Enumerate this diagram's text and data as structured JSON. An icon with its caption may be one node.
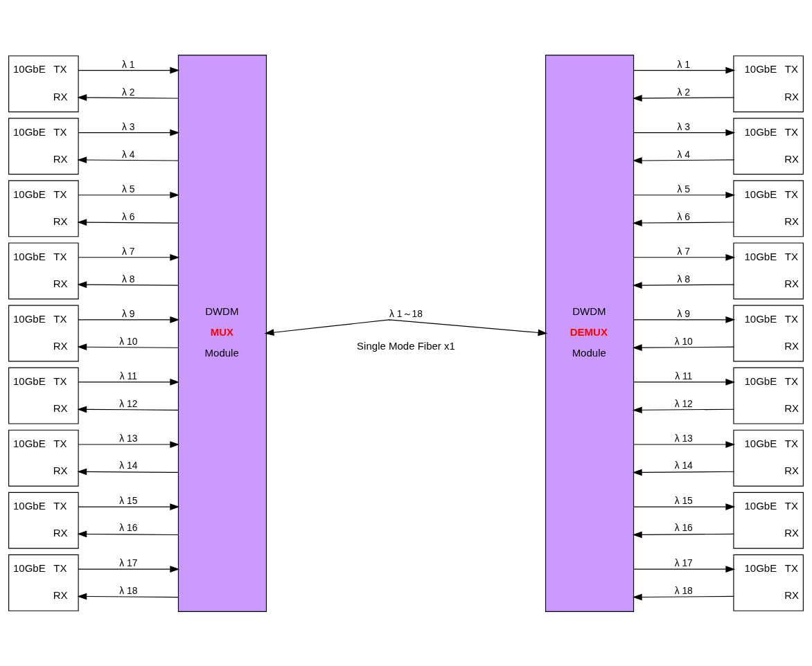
{
  "diagram": {
    "nodes": [
      {
        "text": [
          "10GbE",
          "TX",
          "RX"
        ]
      },
      {
        "text": [
          "10GbE",
          "TX",
          "RX"
        ]
      },
      {
        "text": [
          "10GbE",
          "TX",
          "RX"
        ]
      },
      {
        "text": [
          "10GbE",
          "TX",
          "RX"
        ]
      },
      {
        "text": [
          "10GbE",
          "TX",
          "RX"
        ]
      },
      {
        "text": [
          "10GbE",
          "TX",
          "RX"
        ]
      },
      {
        "text": [
          "10GbE",
          "TX",
          "RX"
        ]
      },
      {
        "text": [
          "10GbE",
          "TX",
          "RX"
        ]
      },
      {
        "text": [
          "10GbE",
          "TX",
          "RX"
        ]
      },
      {
        "text": [
          "DWDM",
          "MUX",
          "Module"
        ]
      },
      {
        "text": [
          "DWDM",
          "DEMUX",
          "Module"
        ]
      },
      {
        "text": [
          "10GbE",
          "TX",
          "RX"
        ]
      },
      {
        "text": [
          "10GbE",
          "TX",
          "RX"
        ]
      },
      {
        "text": [
          "10GbE",
          "TX",
          "RX"
        ]
      },
      {
        "text": [
          "10GbE",
          "TX",
          "RX"
        ]
      },
      {
        "text": [
          "10GbE",
          "TX",
          "RX"
        ]
      },
      {
        "text": [
          "10GbE",
          "TX",
          "RX"
        ]
      },
      {
        "text": [
          "10GbE",
          "TX",
          "RX"
        ]
      },
      {
        "text": [
          "10GbE",
          "TX",
          "RX"
        ]
      },
      {
        "text": [
          "10GbE",
          "TX",
          "RX"
        ]
      }
    ],
    "edges": [
      {
        "from": 0,
        "to": 9,
        "arrow": "to",
        "label": "λ 1"
      },
      {
        "from": 9,
        "to": 0,
        "arrow": "to",
        "label": "λ 2"
      },
      {
        "from": 1,
        "to": 9,
        "arrow": "to",
        "label": "λ 3"
      },
      {
        "from": 9,
        "to": 1,
        "arrow": "to",
        "label": "λ 4"
      },
      {
        "from": 2,
        "to": 9,
        "arrow": "to",
        "label": "λ 5"
      },
      {
        "from": 9,
        "to": 2,
        "arrow": "to",
        "label": "λ 6"
      },
      {
        "from": 3,
        "to": 9,
        "arrow": "to",
        "label": "λ 7"
      },
      {
        "from": 9,
        "to": 3,
        "arrow": "to",
        "label": "λ 8"
      },
      {
        "from": 4,
        "to": 9,
        "arrow": "to",
        "label": "λ 9"
      },
      {
        "from": 9,
        "to": 4,
        "arrow": "to",
        "label": "λ 10"
      },
      {
        "from": 5,
        "to": 9,
        "arrow": "to",
        "label": "λ 11"
      },
      {
        "from": 9,
        "to": 5,
        "arrow": "to",
        "label": "λ 12"
      },
      {
        "from": 6,
        "to": 9,
        "arrow": "to",
        "label": "λ 13"
      },
      {
        "from": 9,
        "to": 6,
        "arrow": "to",
        "label": "λ 14"
      },
      {
        "from": 7,
        "to": 9,
        "arrow": "to",
        "label": "λ 15"
      },
      {
        "from": 9,
        "to": 7,
        "arrow": "to",
        "label": "λ 16"
      },
      {
        "from": 8,
        "to": 9,
        "arrow": "to",
        "label": "λ 17"
      },
      {
        "from": 9,
        "to": 8,
        "arrow": "to",
        "label": "λ 18"
      },
      {
        "from": 9,
        "to": 10,
        "arrow": "both",
        "label": "λ 1～18"
      },
      {
        "from": 10,
        "to": 11,
        "arrow": "to",
        "label": "λ 1"
      },
      {
        "from": 11,
        "to": 10,
        "arrow": "to",
        "label": "λ 2"
      },
      {
        "from": 10,
        "to": 12,
        "arrow": "to",
        "label": "λ 3"
      },
      {
        "from": 12,
        "to": 10,
        "arrow": "to",
        "label": "λ 4"
      },
      {
        "from": 10,
        "to": 13,
        "arrow": "to",
        "label": "λ 5"
      },
      {
        "from": 13,
        "to": 10,
        "arrow": "to",
        "label": "λ 6"
      },
      {
        "from": 10,
        "to": 14,
        "arrow": "to",
        "label": "λ 7"
      },
      {
        "from": 14,
        "to": 10,
        "arrow": "to",
        "label": "λ 8"
      },
      {
        "from": 10,
        "to": 15,
        "arrow": "to",
        "label": "λ 9"
      },
      {
        "from": 15,
        "to": 10,
        "arrow": "to",
        "label": "λ 10"
      },
      {
        "from": 10,
        "to": 16,
        "arrow": "to",
        "label": "λ 11"
      },
      {
        "from": 16,
        "to": 10,
        "arrow": "to",
        "label": "λ 12"
      },
      {
        "from": 10,
        "to": 17,
        "arrow": "to",
        "label": "λ 13"
      },
      {
        "from": 17,
        "to": 10,
        "arrow": "to",
        "label": "λ 14"
      },
      {
        "from": 10,
        "to": 18,
        "arrow": "to",
        "label": "λ 15"
      },
      {
        "from": 18,
        "to": 10,
        "arrow": "to",
        "label": "λ 16"
      },
      {
        "from": 10,
        "to": 19,
        "arrow": "to",
        "label": "λ 17"
      },
      {
        "from": 19,
        "to": 10,
        "arrow": "to",
        "label": "λ 18"
      }
    ],
    "labels": [
      "Single Mode Fiber x1"
    ]
  }
}
